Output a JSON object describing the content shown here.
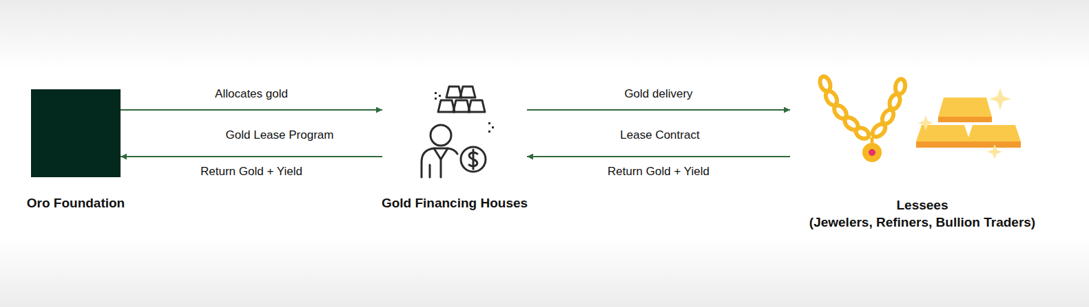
{
  "diagram": {
    "nodes": [
      {
        "text": [
          "Oro Foundation"
        ]
      },
      {
        "text": [
          "Gold Financing Houses"
        ]
      },
      {
        "text": [
          "Lessees",
          "(Jewelers, Refiners, Bullion Traders)"
        ]
      }
    ],
    "edges": [
      {
        "from": 0,
        "to": 1,
        "arrow": "to",
        "label": "Allocates gold"
      },
      {
        "from": 1,
        "to": 0,
        "arrow": "to",
        "label": "Return Gold + Yield"
      },
      {
        "from": 1,
        "to": 2,
        "arrow": "to",
        "label": "Gold delivery"
      },
      {
        "from": 2,
        "to": 1,
        "arrow": "to",
        "label": "Return Gold + Yield"
      }
    ],
    "labels": [
      "Gold Lease Program",
      "Lease Contract"
    ]
  }
}
